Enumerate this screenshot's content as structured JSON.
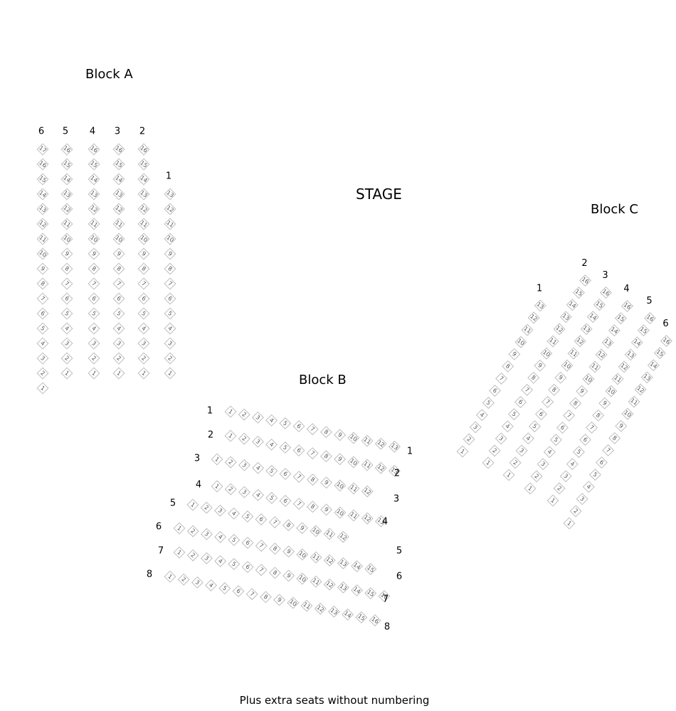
{
  "stage": "STAGE",
  "footnote": "Plus extra seats without numbering",
  "blocks": {
    "A": {
      "title": "Block A",
      "rows": [
        {
          "row": "6",
          "seats": 17
        },
        {
          "row": "5",
          "seats": 16
        },
        {
          "row": "4",
          "seats": 16
        },
        {
          "row": "3",
          "seats": 16
        },
        {
          "row": "2",
          "seats": 16
        },
        {
          "row": "1",
          "seats": 13
        }
      ]
    },
    "B": {
      "title": "Block B",
      "rows": [
        {
          "row": "1",
          "seats": 13
        },
        {
          "row": "2",
          "seats": 13
        },
        {
          "row": "3",
          "seats": 12
        },
        {
          "row": "4",
          "seats": 13
        },
        {
          "row": "5",
          "seats": 12
        },
        {
          "row": "6",
          "seats": 15
        },
        {
          "row": "7",
          "seats": 16
        },
        {
          "row": "8",
          "seats": 16
        }
      ]
    },
    "C": {
      "title": "Block C",
      "rows": [
        {
          "row": "1",
          "seats": 13
        },
        {
          "row": "2",
          "seats": 16
        },
        {
          "row": "3",
          "seats": 16
        },
        {
          "row": "4",
          "seats": 16
        },
        {
          "row": "5",
          "seats": 16
        },
        {
          "row": "6",
          "seats": 16
        }
      ]
    }
  }
}
